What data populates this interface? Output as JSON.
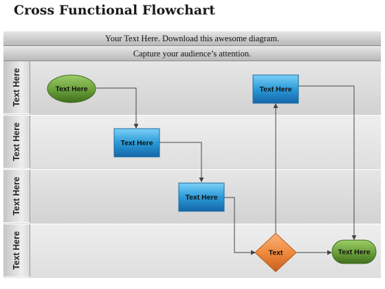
{
  "title": "Cross Functional Flowchart",
  "banners": [
    "Your Text Here. Download this awesome diagram.",
    "Capture your audience’s attention."
  ],
  "lanes": [
    "Text Here",
    "Text Here",
    "Text Here",
    "Text Here"
  ],
  "nodes": {
    "start": "Text Here",
    "process_top": "Text Here",
    "process_lane2": "Text Here",
    "process_lane3": "Text Here",
    "decision": "Text",
    "end": "Text Here"
  },
  "colors": {
    "start_fill": "#6a9e3a",
    "process_fill": "#2b9ad8",
    "decision_fill": "#f08a3e",
    "end_fill": "#5e9a38",
    "connector": "#444444"
  }
}
